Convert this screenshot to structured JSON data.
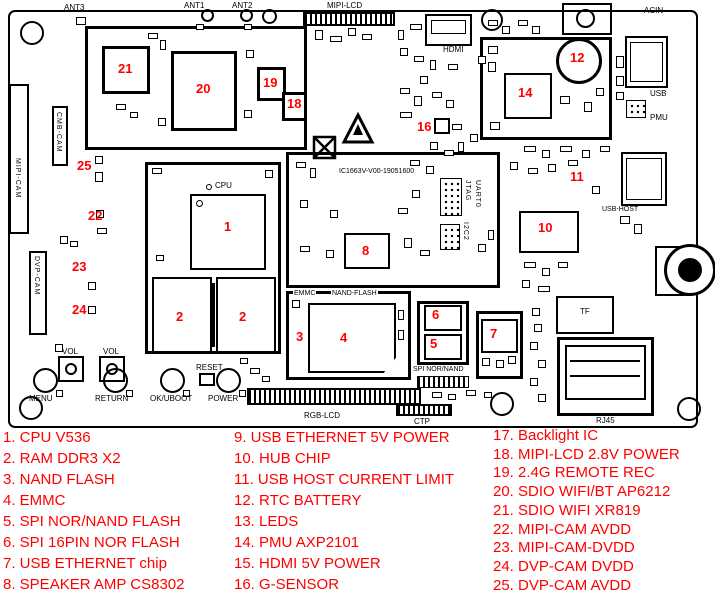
{
  "colors": {
    "callout": "#ff0000",
    "legend_text": "#ff0000",
    "silkscreen": "#000000",
    "board_bg": "#ffffff"
  },
  "board": {
    "id_text": "IC1663V-V00-19051600",
    "labels": {
      "ant3": "ANT3",
      "ant1": "ANT1",
      "ant2": "ANT2",
      "mipi_lcd": "MIPI-LCD",
      "hdmi": "HDMI",
      "acin": "ACIN",
      "usb": "USB",
      "pmu": "PMU",
      "usb_host": "USB-HOST",
      "tf": "TF",
      "rj45": "RJ45",
      "cpu": "CPU",
      "emmc": "EMMC",
      "nand_flash": "NAND-FLASH",
      "spi_nor_nand": "SPI NOR/NAND",
      "rgb_lcd": "RGB-LCD",
      "ctp": "CTP",
      "vol_left": "VOL",
      "vol_right": "VOL",
      "reset": "RESET",
      "menu": "MENU",
      "return": "RETURN",
      "ok_uboot": "OK/UBOOT",
      "power": "POWER",
      "mipi_cam": "MIPI-CAM",
      "cmb_cam": "CMB-CAM",
      "dvp_cam": "DVP-CAM",
      "jtag": "JTAG",
      "uart0": "UART0",
      "i2c2": "I2C2"
    },
    "callouts": [
      "21",
      "20",
      "19",
      "18",
      "12",
      "14",
      "16",
      "25",
      "22",
      "23",
      "24",
      "1",
      "8",
      "2",
      "2",
      "3",
      "4",
      "6",
      "5",
      "7",
      "10",
      "11"
    ]
  },
  "legend": {
    "col1": [
      "1. CPU V536",
      "2. RAM DDR3 X2",
      "3. NAND FLASH",
      "4. EMMC",
      "5. SPI NOR/NAND FLASH",
      "6. SPI 16PIN NOR FLASH",
      "7. USB ETHERNET chip",
      "8. SPEAKER AMP CS8302"
    ],
    "col2": [
      "9. USB ETHERNET 5V POWER",
      "10. HUB CHIP",
      "11. USB HOST CURRENT LIMIT",
      "12. RTC BATTERY",
      "13. LEDS",
      "14. PMU AXP2101",
      "15. HDMI 5V POWER",
      "16. G-SENSOR"
    ],
    "col3": [
      "17. Backlight IC",
      "18. MIPI-LCD 2.8V POWER",
      "19. 2.4G REMOTE REC",
      "20. SDIO WIFI/BT AP6212",
      "21. SDIO WIFI XR819",
      "22. MIPI-CAM AVDD",
      "23. MIPI-CAM-DVDD",
      "24. DVP-CAM DVDD",
      "25. DVP-CAM AVDD"
    ]
  }
}
